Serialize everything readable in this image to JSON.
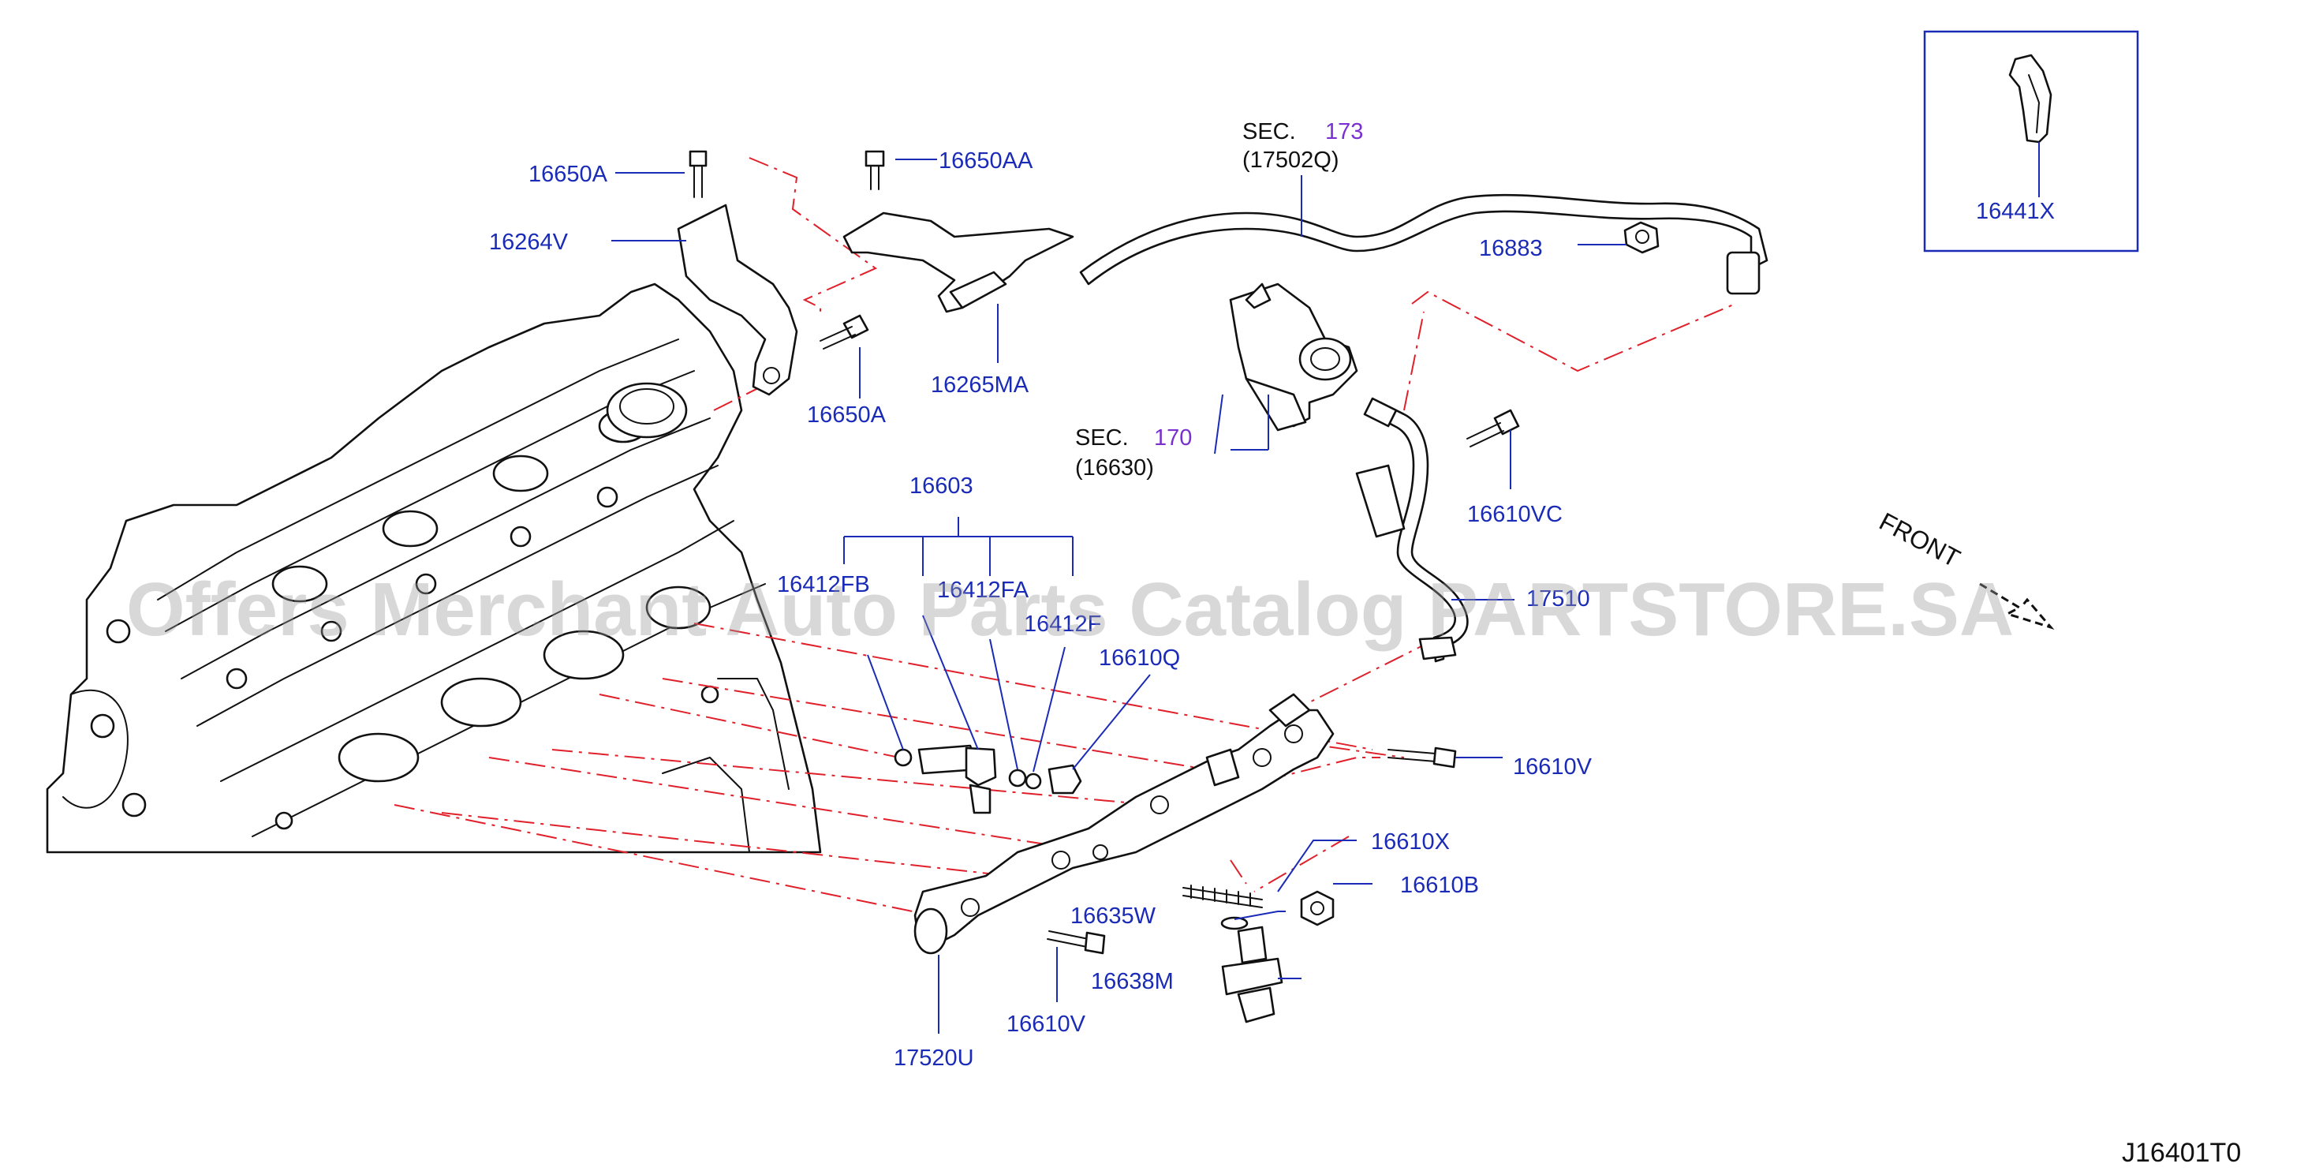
{
  "diagram": {
    "code": "J16401T0",
    "front_label": "FRONT",
    "watermark": "Offers Merchant Auto Parts Catalog PARTSTORE.SA",
    "colors": {
      "part_number": "#1a2bb8",
      "section_ref": "#7a2fd1",
      "phantom_line": "#e0202a",
      "drawing": "#111111"
    }
  },
  "parts": {
    "p16650A_top": "16650A",
    "p16650AA": "16650AA",
    "p16264V": "16264V",
    "p16650A_mid": "16650A",
    "p16265MA": "16265MA",
    "p16883": "16883",
    "p16441X": "16441X",
    "p16603": "16603",
    "p16412FB": "16412FB",
    "p16412FA": "16412FA",
    "p16412F": "16412F",
    "p16610Q": "16610Q",
    "p16610VC": "16610VC",
    "p17510": "17510",
    "p16610V_right": "16610V",
    "p16610X": "16610X",
    "p16610B": "16610B",
    "p16635W": "16635W",
    "p16638M": "16638M",
    "p16610V_bottom": "16610V",
    "p17520U": "17520U"
  },
  "section_refs": {
    "sec173": {
      "prefix": "SEC.",
      "number": "173",
      "part": "(17502Q)"
    },
    "sec170": {
      "prefix": "SEC.",
      "number": "170",
      "part": "(16630)"
    }
  },
  "inset": {
    "part": "16441X"
  }
}
